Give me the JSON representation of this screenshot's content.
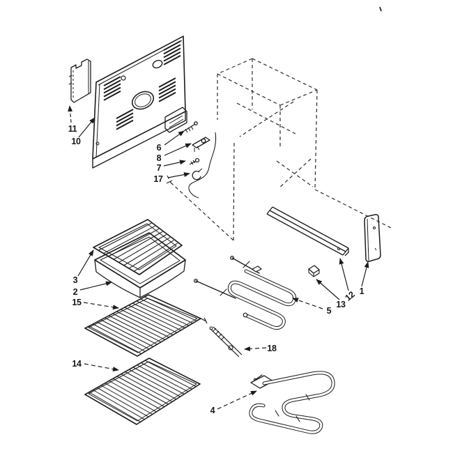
{
  "colors": {
    "background": "#ffffff",
    "line": "#1c1c1c"
  },
  "diagram": {
    "callouts": [
      {
        "label": "11",
        "part": "back-panel-side-bracket"
      },
      {
        "label": "10",
        "part": "rear-access-panel"
      },
      {
        "label": "6",
        "part": "screw"
      },
      {
        "label": "8",
        "part": "terminal-block"
      },
      {
        "label": "7",
        "part": "screw"
      },
      {
        "label": "17",
        "part": "wire-ring"
      },
      {
        "label": "3",
        "part": "broiler-grid-insert"
      },
      {
        "label": "2",
        "part": "broiler-pan"
      },
      {
        "label": "15",
        "part": "oven-rack-upper"
      },
      {
        "label": "14",
        "part": "oven-rack-lower"
      },
      {
        "label": "5",
        "part": "broil-element"
      },
      {
        "label": "13",
        "part": "support-clip"
      },
      {
        "label": "12",
        "part": "side-rail"
      },
      {
        "label": "1",
        "part": "side-trim-panel"
      },
      {
        "label": "18",
        "part": "oven-sensor"
      },
      {
        "label": "4",
        "part": "bake-element"
      }
    ]
  }
}
